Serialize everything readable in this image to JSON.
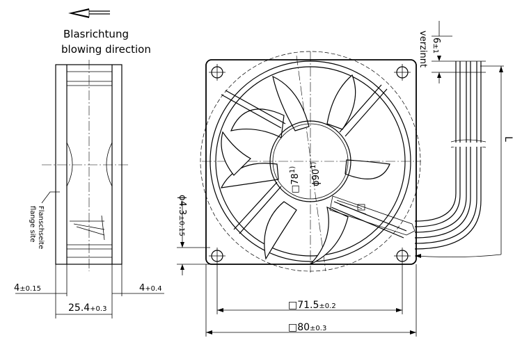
{
  "labels": {
    "blow_de": "Blasrichtung",
    "blow_en": "blowing direction",
    "flange_de": "Flanschseite",
    "flange_en": "flange site",
    "zinc": "verzinnt",
    "length": "L"
  },
  "dims": {
    "left_gap_main": "4",
    "left_gap_tol": "±0.15",
    "right_gap_main": "4",
    "right_gap_tol": "+0.4",
    "depth_main": "25.4",
    "depth_tol": "+0.3",
    "hole_main": "ϕ4.3",
    "hole_tol": "±0.15",
    "pitch_main": "□71.5",
    "pitch_tol": "±0.2",
    "frame_main": "□80",
    "frame_tol": "±0.3",
    "tin_main": "6",
    "tin_tol": "±1",
    "venturi_main": "ϕ90",
    "venturi_note": "1)",
    "hub_main": "□78",
    "hub_note": "1)"
  }
}
